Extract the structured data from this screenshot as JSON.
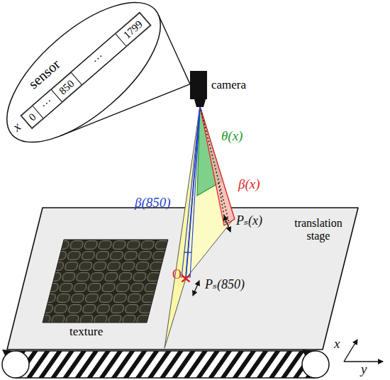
{
  "diagram": {
    "nodes": [
      {
        "text": [
          "sensor"
        ]
      },
      {
        "text": [
          "0"
        ],
        "in": 0
      },
      {
        "text": [
          "850"
        ],
        "in": 0
      },
      {
        "text": [
          "1799"
        ],
        "in": 0
      },
      {
        "text": [
          "camera"
        ]
      },
      {
        "text": [
          "translation stage"
        ]
      },
      {
        "text": [
          "texture"
        ],
        "in": 5
      }
    ],
    "edges": [
      {
        "from": 4,
        "to": 0,
        "arrow": "none"
      }
    ],
    "labels": [
      "x",
      "···",
      "···",
      "θ(x)",
      "β(850)",
      "β(x)",
      "Pₛ(x)",
      "O",
      "Pₛ(850)",
      "x",
      "y"
    ]
  }
}
